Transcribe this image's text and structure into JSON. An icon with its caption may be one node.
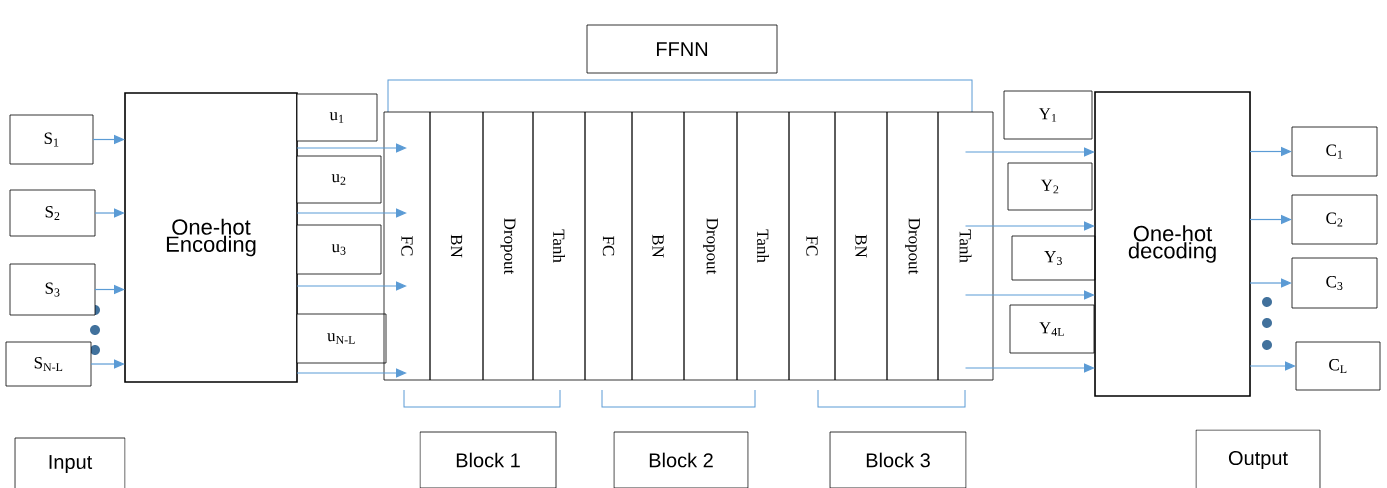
{
  "diagram": {
    "nodes": [
      {
        "text": [
          "S$_{1}$"
        ]
      },
      {
        "text": [
          "S$_{2}$"
        ]
      },
      {
        "text": [
          "S$_{3}$"
        ]
      },
      {
        "text": [
          "S$_{N-L}$"
        ]
      },
      {
        "text": [
          "One-hot Encoding"
        ]
      },
      {
        "text": [
          "u$_{1}$"
        ]
      },
      {
        "text": [
          "u$_{2}$"
        ]
      },
      {
        "text": [
          "u$_{3}$"
        ]
      },
      {
        "text": [
          "u$_{N-L}$"
        ]
      },
      {
        "text": [
          "FC"
        ]
      },
      {
        "text": [
          "BN"
        ]
      },
      {
        "text": [
          "Dropout"
        ]
      },
      {
        "text": [
          "Tanh"
        ]
      },
      {
        "text": [
          "FC"
        ]
      },
      {
        "text": [
          "BN"
        ]
      },
      {
        "text": [
          "Dropout"
        ]
      },
      {
        "text": [
          "Tanh"
        ]
      },
      {
        "text": [
          "FC"
        ]
      },
      {
        "text": [
          "BN"
        ]
      },
      {
        "text": [
          "Dropout"
        ]
      },
      {
        "text": [
          "Tanh"
        ]
      },
      {
        "text": [
          "Y$_{1}$"
        ]
      },
      {
        "text": [
          "Y$_{2}$"
        ]
      },
      {
        "text": [
          "Y$_{3}$"
        ]
      },
      {
        "text": [
          "Y$_{4L}$"
        ]
      },
      {
        "text": [
          "One-hot decoding"
        ]
      },
      {
        "text": [
          "C$_{1}$"
        ]
      },
      {
        "text": [
          "C$_{2}$"
        ]
      },
      {
        "text": [
          "C$_{3}$"
        ]
      },
      {
        "text": [
          "C$_{L}$"
        ]
      },
      {
        "text": [
          "FFNN"
        ]
      },
      {
        "text": [
          "Block 1"
        ]
      },
      {
        "text": [
          "Block 2"
        ]
      },
      {
        "text": [
          "Block 3"
        ]
      },
      {
        "text": [
          "Input"
        ]
      },
      {
        "text": [
          "Output"
        ]
      }
    ],
    "edges": [
      {
        "from": 0,
        "to": 4,
        "arrow": "to"
      },
      {
        "from": 1,
        "to": 4,
        "arrow": "to"
      },
      {
        "from": 2,
        "to": 4,
        "arrow": "to"
      },
      {
        "from": 3,
        "to": 4,
        "arrow": "to"
      },
      {
        "from": 4,
        "to": 9,
        "arrow": "to"
      },
      {
        "from": 4,
        "to": 9,
        "arrow": "to"
      },
      {
        "from": 4,
        "to": 9,
        "arrow": "to"
      },
      {
        "from": 4,
        "to": 9,
        "arrow": "to"
      },
      {
        "from": 20,
        "to": 25,
        "arrow": "to"
      },
      {
        "from": 20,
        "to": 25,
        "arrow": "to"
      },
      {
        "from": 20,
        "to": 25,
        "arrow": "to"
      },
      {
        "from": 20,
        "to": 25,
        "arrow": "to"
      },
      {
        "from": 25,
        "to": 26,
        "arrow": "to"
      },
      {
        "from": 25,
        "to": 27,
        "arrow": "to"
      },
      {
        "from": 25,
        "to": 28,
        "arrow": "to"
      },
      {
        "from": 25,
        "to": 29,
        "arrow": "to"
      }
    ]
  }
}
